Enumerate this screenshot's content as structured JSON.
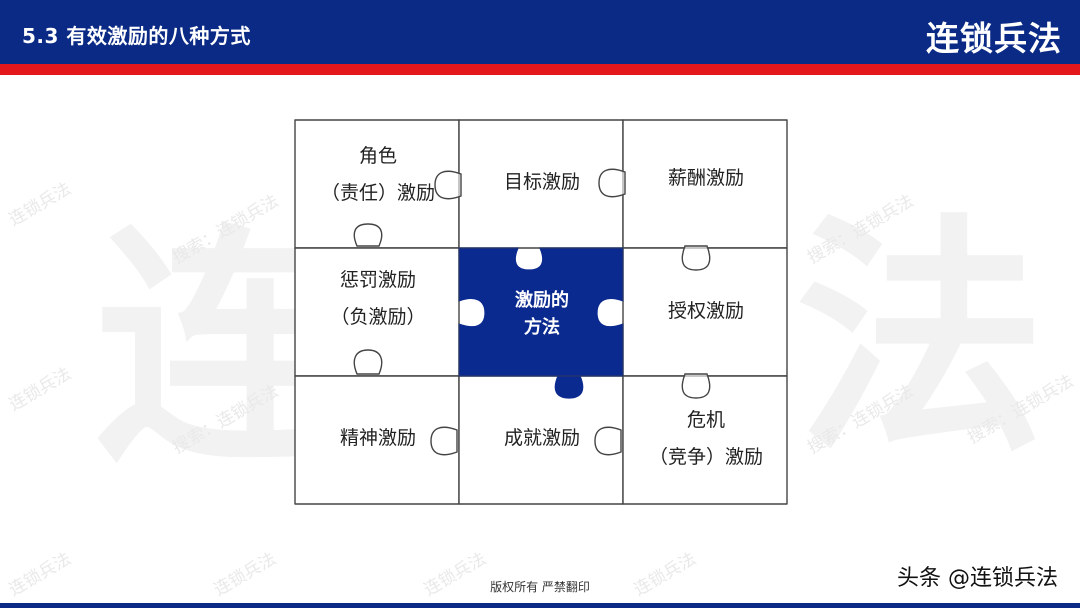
{
  "header": {
    "title": "5.3  有效激励的八种方式",
    "brand": "连锁兵法"
  },
  "watermark": {
    "big_left": "连",
    "big_right": "法",
    "search": "搜索：连锁兵法",
    "short": "连锁兵法"
  },
  "puzzle": {
    "center": {
      "line1": "激励的",
      "line2": "方法"
    },
    "pieces": [
      {
        "line1": "角色",
        "line2": "（责任）激励"
      },
      {
        "line1": "目标激励"
      },
      {
        "line1": "薪酬激励"
      },
      {
        "line1": "惩罚激励",
        "line2": "（负激励）"
      },
      {
        "line1": "授权激励"
      },
      {
        "line1": "精神激励"
      },
      {
        "line1": "成就激励"
      },
      {
        "line1": "危机",
        "line2": "（竞争）激励"
      }
    ]
  },
  "footer": {
    "copyright": "版权所有  严禁翻印",
    "source": "头条 @连锁兵法"
  },
  "colors": {
    "navy": "#0a2a85",
    "red": "#e3171c",
    "center_piece": "#0b2a8f"
  }
}
